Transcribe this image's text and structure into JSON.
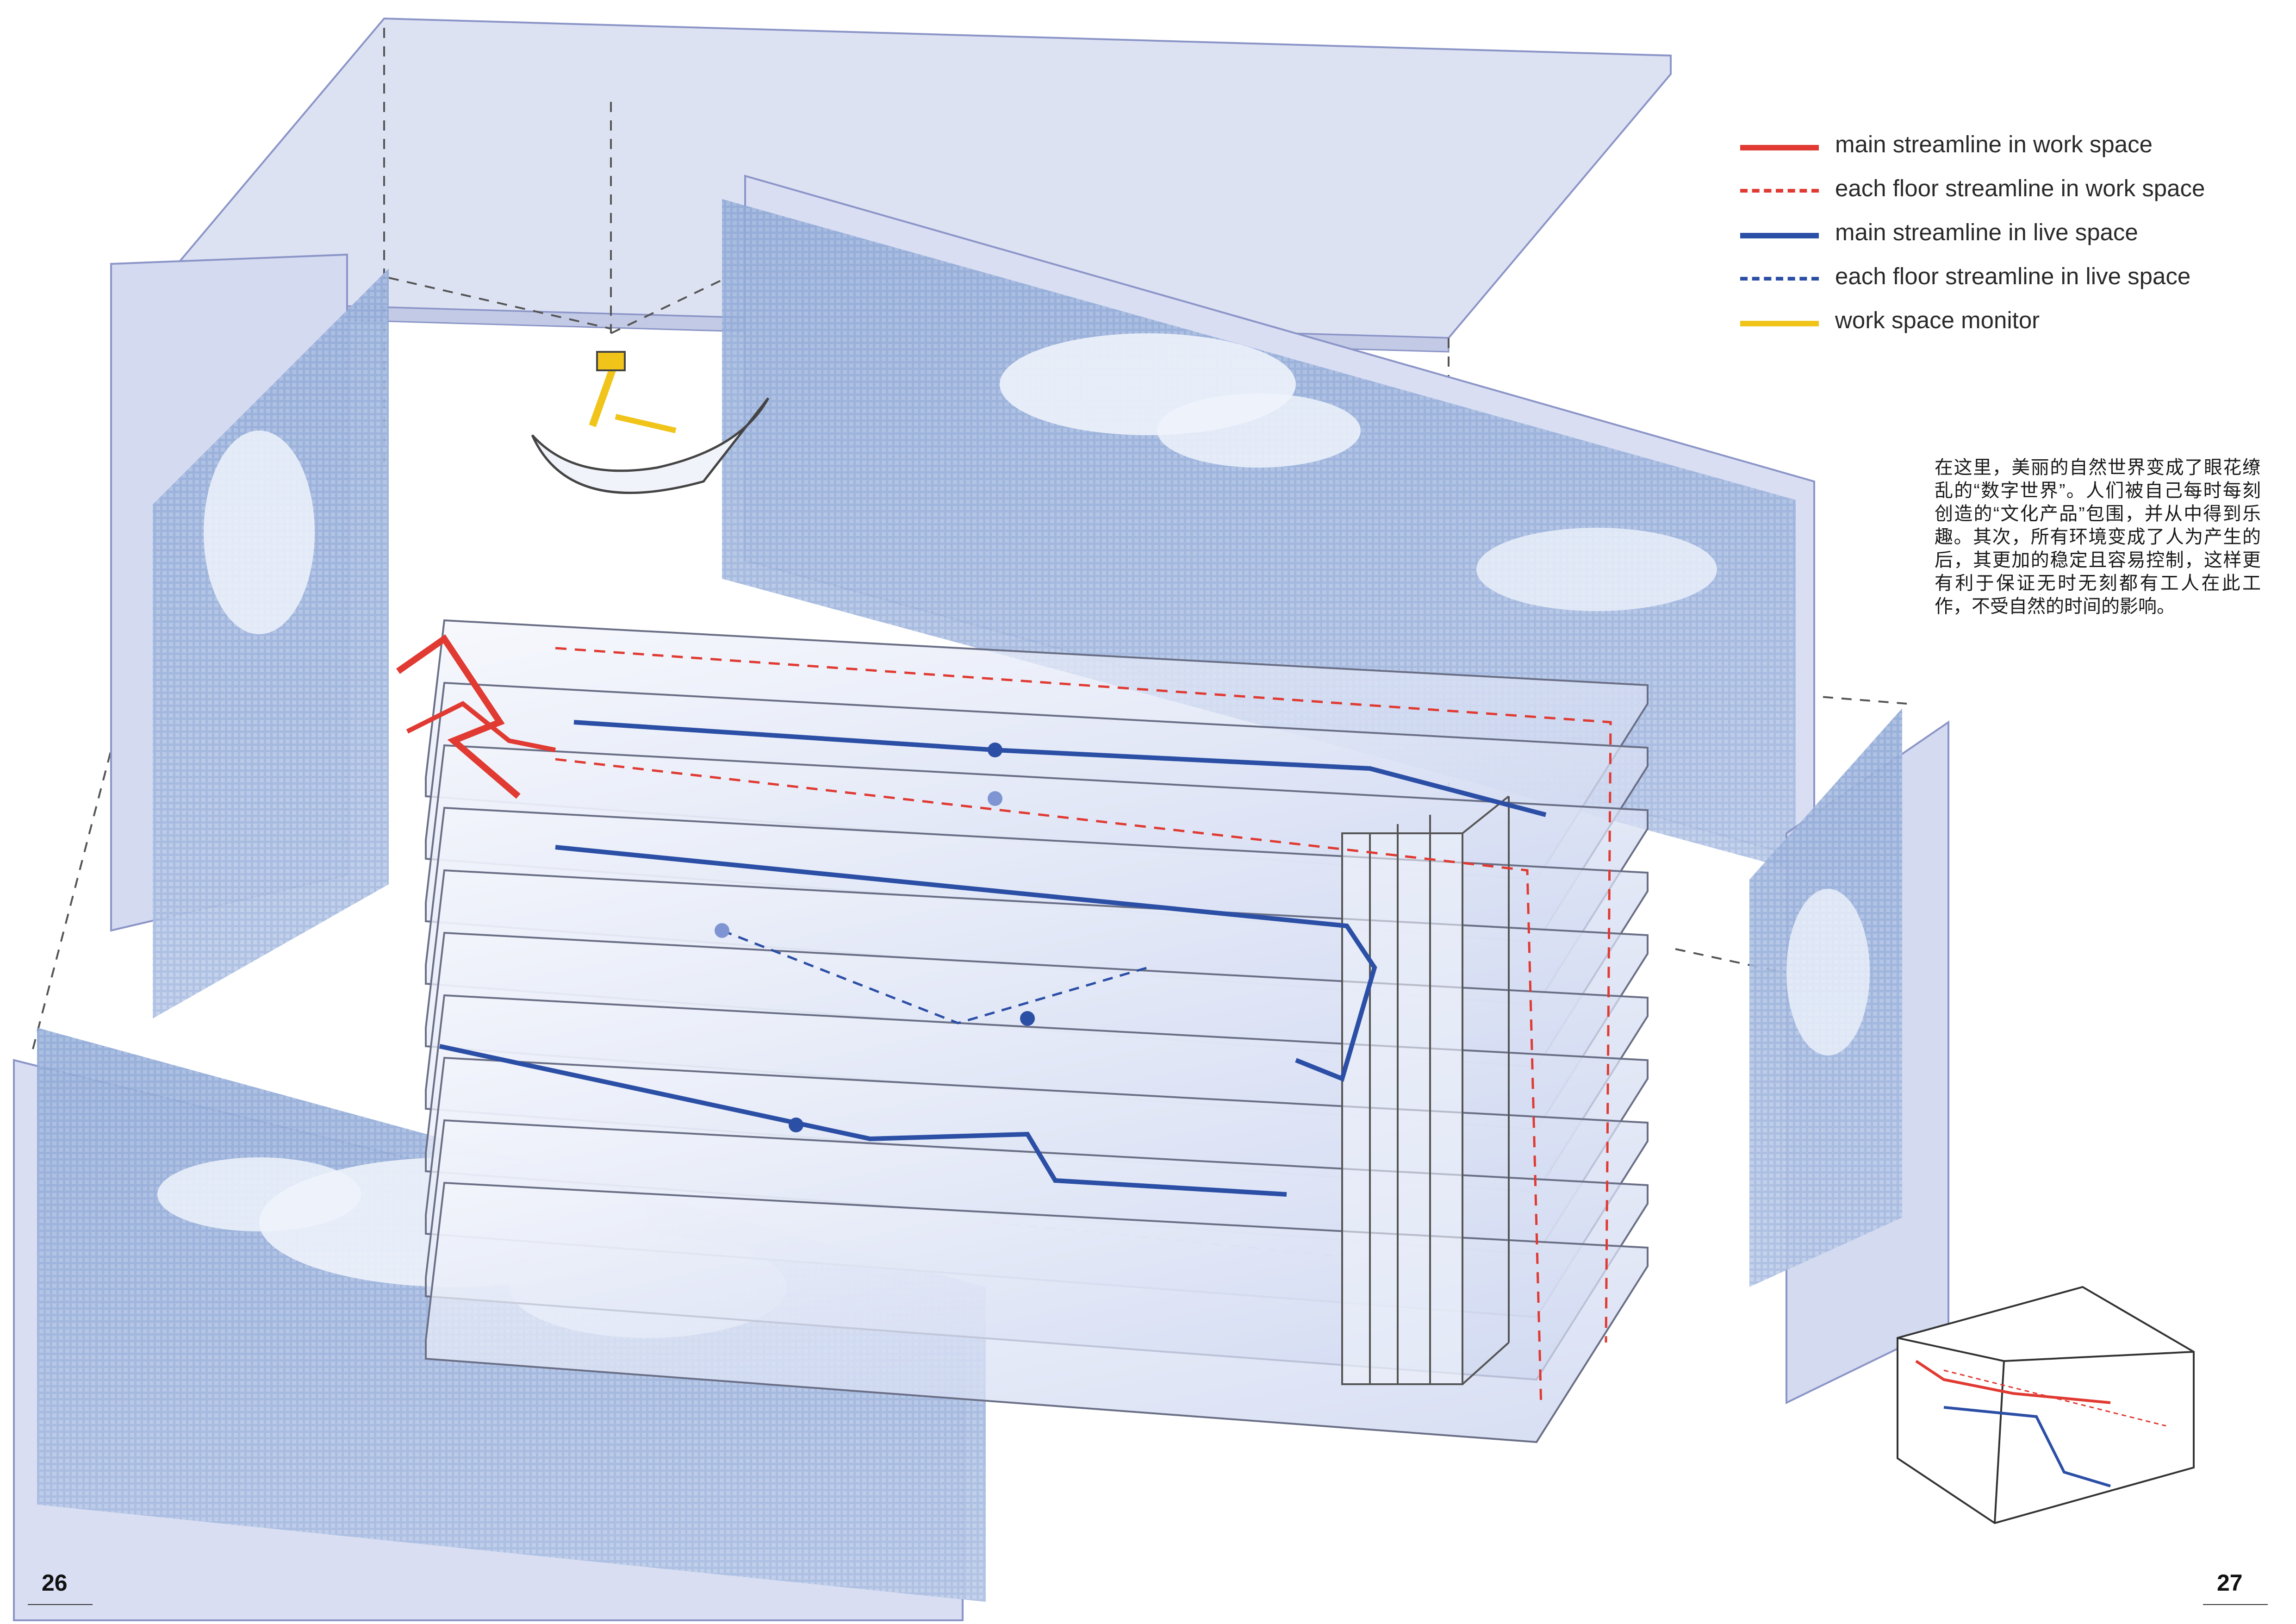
{
  "legend": {
    "items": [
      {
        "label": "main streamline in work space",
        "color": "#e03a32",
        "style": "solid"
      },
      {
        "label": "each floor streamline in work space",
        "color": "#e03a32",
        "style": "dashed"
      },
      {
        "label": "main streamline in live space",
        "color": "#2c4fa6",
        "style": "solid"
      },
      {
        "label": "each floor streamline in live space",
        "color": "#2c4fa6",
        "style": "dashed"
      },
      {
        "label": "work space monitor",
        "color": "#f0c419",
        "style": "solid"
      }
    ]
  },
  "note": {
    "text": "在这里，美丽的自然世界变成了眼花缭乱的“数字世界”。人们被自己每时每刻创造的“文化产品”包围，并从中得到乐趣。其次，所有环境变成了人为产生的后，其更加的稳定且容易控制，这样更有利于保证无时无刻都有工人在此工作，不受自然的时间的影响。"
  },
  "pages": {
    "left": "26",
    "right": "27"
  },
  "colors": {
    "panel_fill": "#d9def2",
    "panel_edge": "#8b95c7",
    "sky": "#8ea9d6",
    "floor_fill": "#e6ebf8",
    "floor_edge": "#6a6f86"
  },
  "floors": {
    "count": 10
  }
}
